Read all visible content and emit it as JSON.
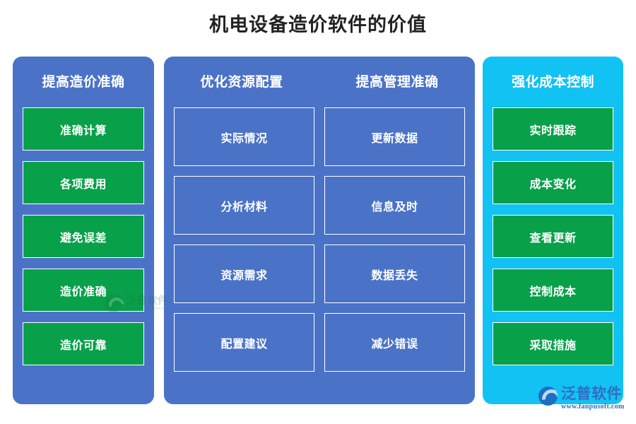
{
  "title": "机电设备造价软件的价值",
  "colors": {
    "panel_blue": "#4a73c8",
    "panel_cyan": "#12c2f3",
    "cell_green": "#09a04a",
    "title_text": "#222222",
    "cell_text": "#ffffff",
    "brand_blue": "#2f6fc0"
  },
  "panels": [
    {
      "style": "blue",
      "columns": [
        {
          "header": "提高造价准确",
          "cell_style": "green",
          "items": [
            "准确计算",
            "各项费用",
            "避免误差",
            "造价准确",
            "造价可靠"
          ]
        }
      ]
    },
    {
      "style": "blue",
      "columns": [
        {
          "header": "优化资源配置",
          "cell_style": "outline",
          "items": [
            "实际情况",
            "分析材料",
            "资源需求",
            "配置建议"
          ]
        },
        {
          "header": "提高管理准确",
          "cell_style": "outline",
          "items": [
            "更新数据",
            "信息及时",
            "数据丢失",
            "减少错误"
          ]
        }
      ]
    },
    {
      "style": "cyan",
      "columns": [
        {
          "header": "强化成本控制",
          "cell_style": "green",
          "items": [
            "实时跟踪",
            "成本变化",
            "查看更新",
            "控制成本",
            "采取措施"
          ]
        }
      ]
    }
  ],
  "watermark": {
    "name": "泛普软件",
    "sub": "FANPU SOFTWARE"
  },
  "brand": {
    "name": "泛普软件",
    "url": "www.fanpusoft.com"
  }
}
